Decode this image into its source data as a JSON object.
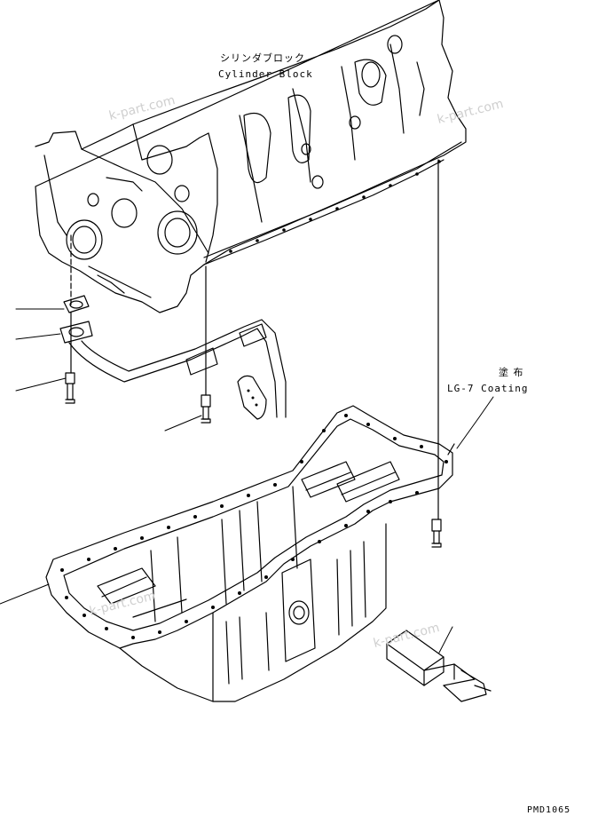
{
  "labels": {
    "block_jp": "シリンダブロック",
    "block_en": "Cylinder Block",
    "coating_jp": "塗 布",
    "coating_en": "LG-7 Coating",
    "drawing_code": "PMD1065"
  },
  "watermarks": [
    "k-part.com",
    "k-part.com",
    "k-part.com",
    "k-part.com"
  ],
  "colors": {
    "line": "#000000",
    "watermark": "#cfcfcf"
  }
}
